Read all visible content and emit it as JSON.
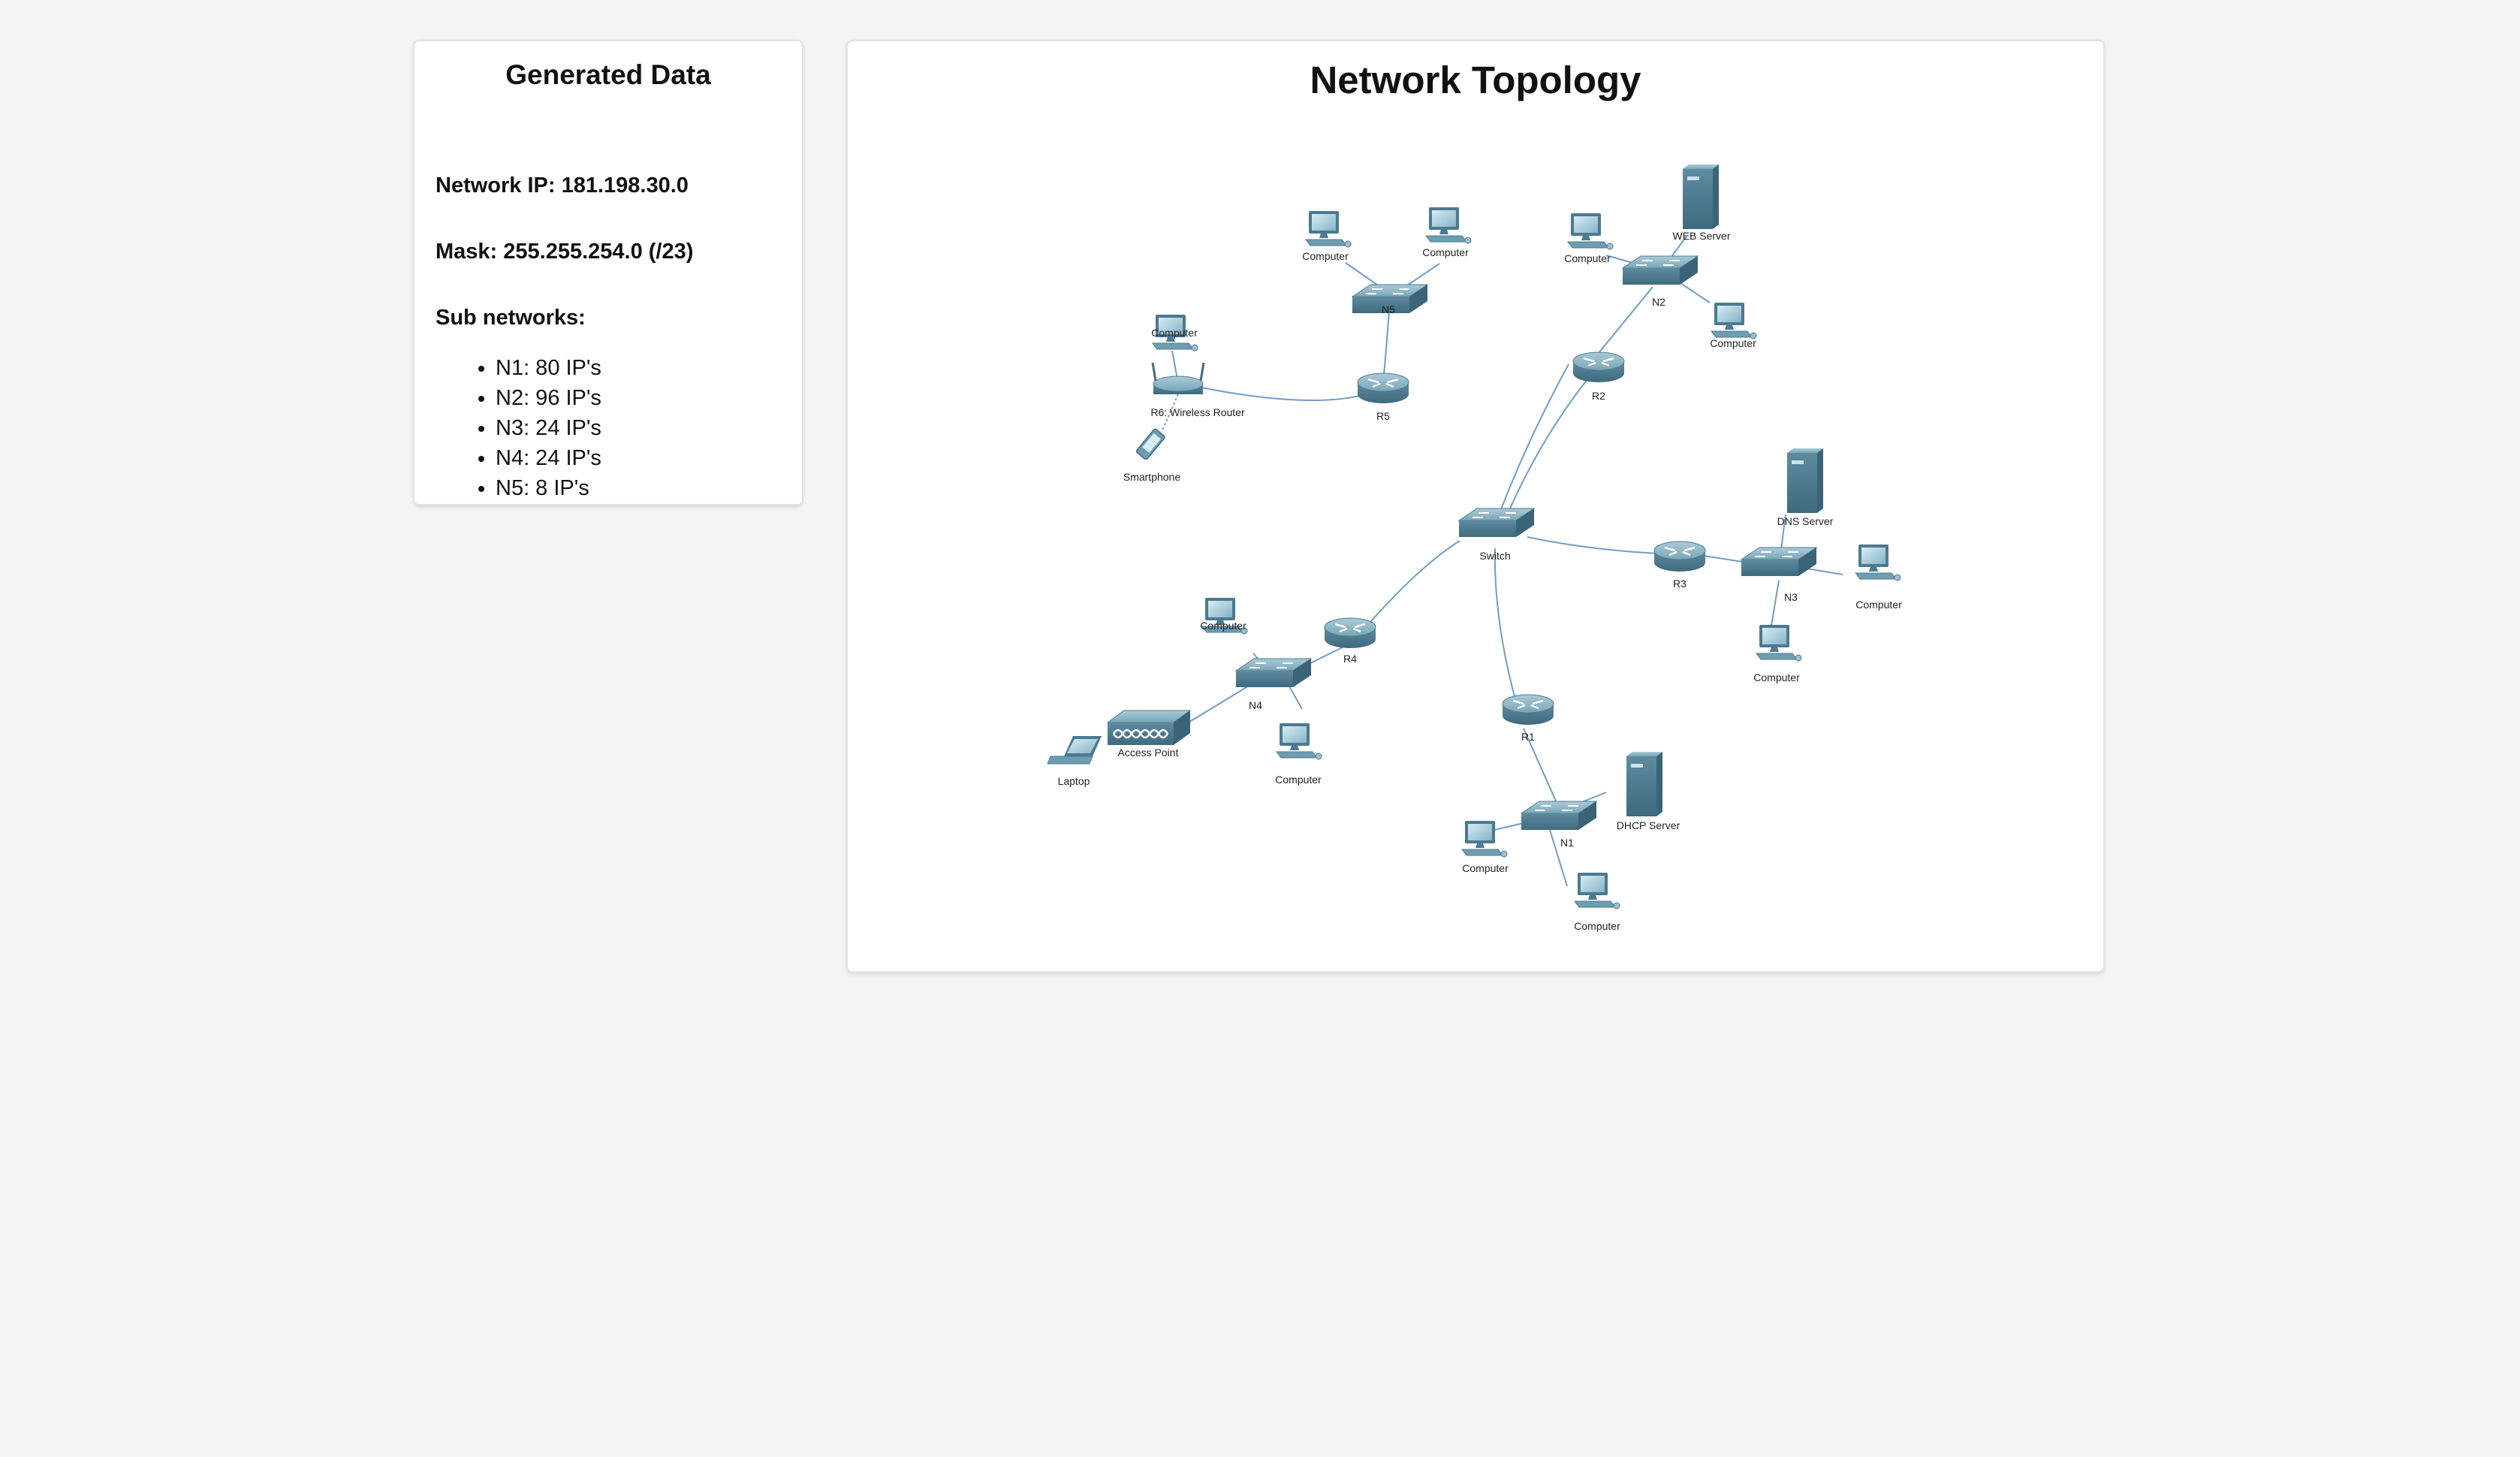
{
  "generated_data": {
    "title": "Generated Data",
    "network_ip": "Network IP: 181.198.30.0",
    "mask": "Mask: 255.255.254.0 (/23)",
    "subnetworks_title": "Sub networks:",
    "subnetworks": [
      "N1: 80 IP's",
      "N2: 96 IP's",
      "N3: 24 IP's",
      "N4: 24 IP's",
      "N5: 8 IP's"
    ]
  },
  "topology": {
    "title": "Network Topology",
    "colors": {
      "device": "#5e8ea3",
      "device_light": "#8db8c9",
      "device_dark": "#3f6d82",
      "link": "#6f9dc8"
    },
    "labels": {
      "switch": "Switch",
      "r1": "R1",
      "r2": "R2",
      "r3": "R3",
      "r4": "R4",
      "r5": "R5",
      "r6": "R6: Wireless Router",
      "n1": "N1",
      "n2": "N2",
      "n3": "N3",
      "n4": "N4",
      "n5": "N5",
      "smartphone": "Smartphone",
      "web_server": "WEB Server",
      "dns_server": "DNS Server",
      "dhcp_server": "DHCP Server",
      "access_point": "Access Point",
      "laptop": "Laptop",
      "computer": "Computer"
    }
  }
}
